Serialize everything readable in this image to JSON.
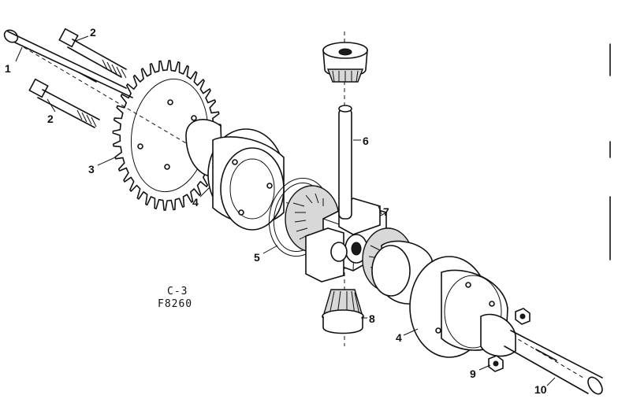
{
  "diagram": {
    "code_line_1": "C-3",
    "code_line_2": "F8260",
    "callouts": [
      {
        "id": "c1",
        "text": "1"
      },
      {
        "id": "c2a",
        "text": "2"
      },
      {
        "id": "c2b",
        "text": "2"
      },
      {
        "id": "c3",
        "text": "3"
      },
      {
        "id": "c4a",
        "text": "4"
      },
      {
        "id": "c4b",
        "text": "4"
      },
      {
        "id": "c5",
        "text": "5"
      },
      {
        "id": "c6",
        "text": "6"
      },
      {
        "id": "c7",
        "text": "7"
      },
      {
        "id": "c8",
        "text": "8"
      },
      {
        "id": "c9",
        "text": "9"
      },
      {
        "id": "c10",
        "text": "10"
      }
    ]
  }
}
